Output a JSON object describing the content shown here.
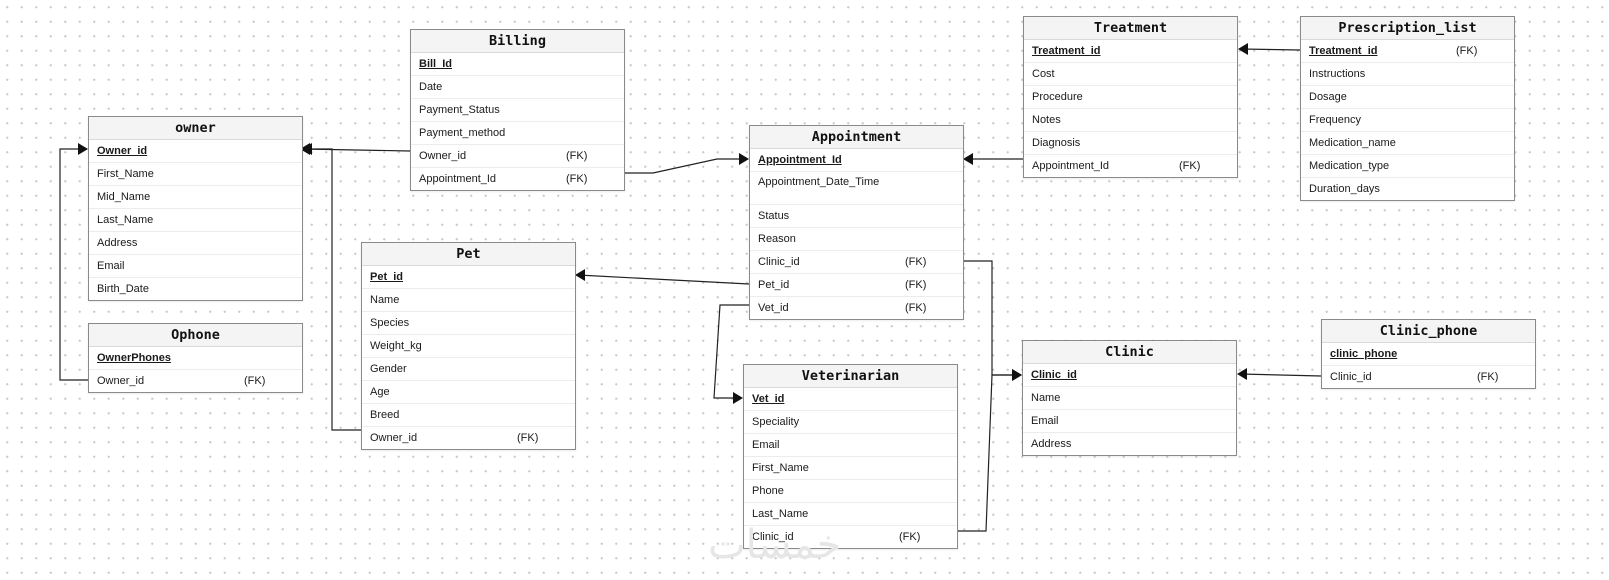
{
  "diagram": {
    "entities": {
      "owner": {
        "title": "owner",
        "rows": [
          {
            "name": "Owner_id",
            "pk": true
          },
          {
            "name": "First_Name"
          },
          {
            "name": "Mid_Name"
          },
          {
            "name": "Last_Name"
          },
          {
            "name": "Address"
          },
          {
            "name": "Email"
          },
          {
            "name": "Birth_Date"
          }
        ]
      },
      "ophone": {
        "title": "Ophone",
        "rows": [
          {
            "name": "OwnerPhones",
            "pk": true
          },
          {
            "name": "Owner_id",
            "fk": "(FK)"
          }
        ]
      },
      "billing": {
        "title": "Billing",
        "rows": [
          {
            "name": "Bill_Id",
            "pk": true
          },
          {
            "name": "Date"
          },
          {
            "name": "Payment_Status"
          },
          {
            "name": "Payment_method"
          },
          {
            "name": "Owner_id",
            "fk": "(FK)"
          },
          {
            "name": "Appointment_Id",
            "fk": "(FK)"
          }
        ]
      },
      "pet": {
        "title": "Pet",
        "rows": [
          {
            "name": "Pet_id",
            "pk": true
          },
          {
            "name": "Name"
          },
          {
            "name": "Species"
          },
          {
            "name": "Weight_kg"
          },
          {
            "name": "Gender"
          },
          {
            "name": "Age"
          },
          {
            "name": "Breed"
          },
          {
            "name": "Owner_id",
            "fk": "(FK)"
          }
        ]
      },
      "appointment": {
        "title": "Appointment",
        "rows": [
          {
            "name": "Appointment_Id",
            "pk": true
          },
          {
            "name": "Appointment_Date_Time",
            "tall": true
          },
          {
            "name": "Status"
          },
          {
            "name": "Reason"
          },
          {
            "name": "Clinic_id",
            "fk": "(FK)"
          },
          {
            "name": "Pet_id",
            "fk": "(FK)"
          },
          {
            "name": "Vet_id",
            "fk": "(FK)"
          }
        ]
      },
      "veterinarian": {
        "title": "Veterinarian",
        "rows": [
          {
            "name": "Vet_id",
            "pk": true
          },
          {
            "name": "Speciality"
          },
          {
            "name": "Email"
          },
          {
            "name": "First_Name"
          },
          {
            "name": "Phone"
          },
          {
            "name": "Last_Name"
          },
          {
            "name": "Clinic_id",
            "fk": "(FK)"
          }
        ]
      },
      "treatment": {
        "title": "Treatment",
        "rows": [
          {
            "name": "Treatment_id",
            "pk": true
          },
          {
            "name": "Cost"
          },
          {
            "name": "Procedure"
          },
          {
            "name": "Notes"
          },
          {
            "name": "Diagnosis"
          },
          {
            "name": "Appointment_Id",
            "fk": "(FK)"
          }
        ]
      },
      "prescription_list": {
        "title": "Prescription_list",
        "rows": [
          {
            "name": "Treatment_id",
            "pk": true,
            "fk": "(FK)"
          },
          {
            "name": "Instructions"
          },
          {
            "name": "Dosage"
          },
          {
            "name": "Frequency"
          },
          {
            "name": "Medication_name"
          },
          {
            "name": "Medication_type"
          },
          {
            "name": "Duration_days"
          }
        ]
      },
      "clinic": {
        "title": "Clinic",
        "rows": [
          {
            "name": "Clinic_id",
            "pk": true
          },
          {
            "name": "Name"
          },
          {
            "name": "Email"
          },
          {
            "name": "Address"
          }
        ]
      },
      "clinic_phone": {
        "title": "Clinic_phone",
        "rows": [
          {
            "name": "clinic_phone",
            "pk": true
          },
          {
            "name": "Clinic_id",
            "fk": "(FK)"
          }
        ]
      }
    },
    "watermark": "خمسات"
  }
}
